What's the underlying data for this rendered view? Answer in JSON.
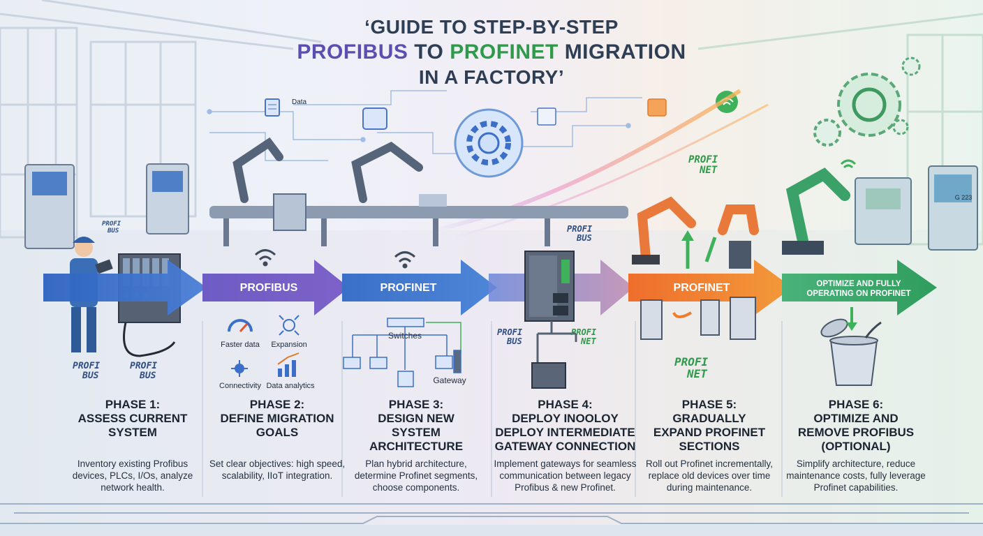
{
  "title": {
    "line1": "‘GUIDE TO STEP-BY-STEP",
    "line2_a": "PROFIBUS",
    "line2_b": " TO ",
    "line2_c": "PROFINET",
    "line2_d": " MIGRATION",
    "line3": "IN A FACTORY’"
  },
  "colors": {
    "profibus": "#5a4fb0",
    "profinet": "#2f9a4a",
    "arrow_blue": "#3a6fc4",
    "arrow_orange": "#ef7d2e",
    "arrow_green": "#3fa46a"
  },
  "arrows": {
    "a2": "PROFIBUS",
    "a3": "PROFINET",
    "a5": "PROFINET",
    "a6": "OPTIMIZE AND FULLY OPERATING ON PROFINET"
  },
  "top_labels": {
    "data": "Data"
  },
  "goals": {
    "faster": "Faster data",
    "expansion": "Expansion",
    "connectivity": "Connectivity",
    "analytics": "Data analytics"
  },
  "architecture": {
    "switches": "Switches",
    "gateway": "Gateway"
  },
  "logos": {
    "profi": "PROFI",
    "bus": "BUS",
    "net": "NET"
  },
  "machine_label": "G 223",
  "phases": [
    {
      "title": "PHASE 1:\nASSESS CURRENT\nSYSTEM",
      "desc": "Inventory existing Profibus devices, PLCs, I/Os, analyze network health."
    },
    {
      "title": "PHASE 2:\nDEFINE MIGRATION\nGOALS",
      "desc": "Set clear objectives: high speed, scalability, IIoT integration."
    },
    {
      "title": "PHASE 3:\nDESIGN NEW\nSYSTEM\nARCHITECTURE",
      "desc": "Plan hybrid architecture, determine Profinet segments, choose components."
    },
    {
      "title": "PHASE 4:\nDEPLOY INOOLOY\nDEPLOY INTERMEDIATE\nGATEWAY CONNECTION",
      "desc": "Implement gateways for seamless communication between legacy Profibus & new Profinet."
    },
    {
      "title": "PHASE 5:\nGRADUALLY\nEXPAND PROFINET\nSECTIONS",
      "desc": "Roll out Profinet incrementally, replace old devices over time during maintenance."
    },
    {
      "title": "PHASE 6:\nOPTIMIZE AND\nREMOVE PROFIBUS\n(OPTIONAL)",
      "desc": "Simplify architecture, reduce maintenance costs, fully leverage Profinet capabilities."
    }
  ]
}
